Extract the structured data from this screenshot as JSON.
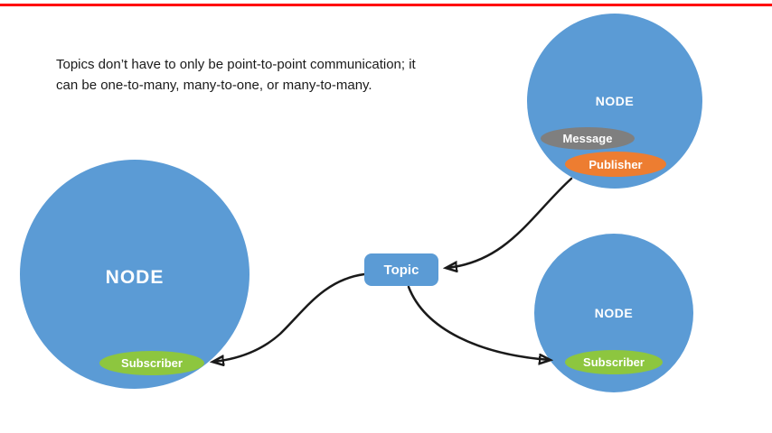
{
  "video": {
    "progress_bar": "progress-indicator"
  },
  "slide": {
    "caption": [
      "Topics don’t have to only be point-to-point communication; it",
      "can be one-to-many, many-to-one, or many-to-many."
    ]
  },
  "topic": {
    "label": "Topic"
  },
  "nodes": {
    "left": {
      "label": "NODE",
      "subscriber_label": "Subscriber"
    },
    "top_right": {
      "label": "NODE",
      "message_label": "Message",
      "publisher_label": "Publisher"
    },
    "bottom_right": {
      "label": "NODE",
      "subscriber_label": "Subscriber"
    }
  },
  "colors": {
    "node-blue": "#5b9bd5",
    "subscriber-green": "#8dc63f",
    "publisher-orange": "#ed7d31",
    "message-gray": "#7f7f7f",
    "arrow-black": "#1a1a1a",
    "progress-red": "#ff0000"
  }
}
